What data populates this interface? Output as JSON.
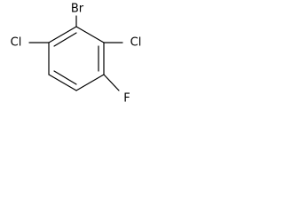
{
  "molecule": {
    "atoms": {
      "bromine": "Br",
      "chlorine_left": "Cl",
      "chlorine_right": "Cl",
      "fluorine": "F"
    },
    "colors": {
      "bond": "#000000",
      "label": "#000000",
      "background": "#ffffff"
    }
  }
}
